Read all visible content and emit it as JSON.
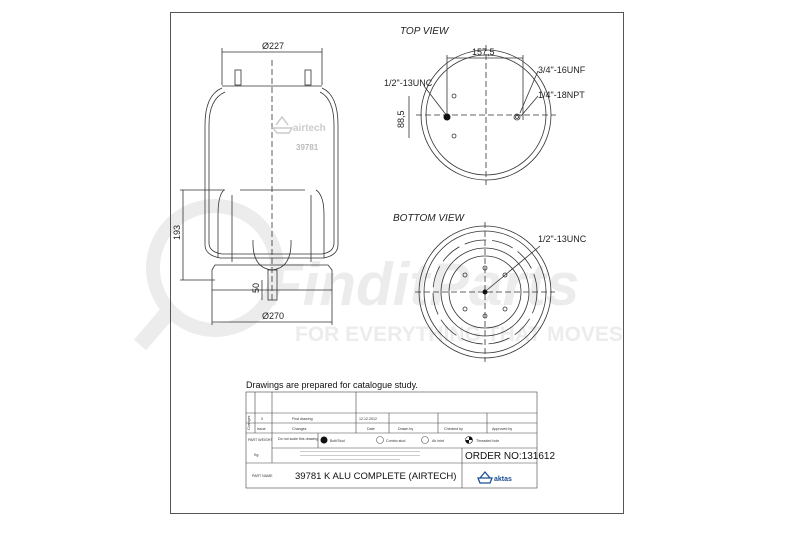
{
  "watermark": {
    "brand": "FinditParts",
    "tagline": "FOR EVERYTHING THAT MOVES"
  },
  "side_view": {
    "dim_top": "Ø227",
    "dim_bottom": "Ø270",
    "dim_height": "193",
    "dim_stud": "50",
    "logo_text": "airtech",
    "part_mark": "39781"
  },
  "top_view": {
    "title": "TOP VIEW",
    "dim_width": "157,5",
    "dim_offset": "88,5",
    "label_left": "1/2\"-13UNC",
    "label_right_1": "3/4\"-16UNF",
    "label_right_2": "1/4\"-18NPT"
  },
  "bottom_view": {
    "title": "BOTTOM VIEW",
    "label": "1/2\"-13UNC"
  },
  "title_block": {
    "note": "Drawings are  prepared for  catalogue study.",
    "changes_label": "Changes",
    "row_issue": "0",
    "row_change": "First drawing",
    "row_date": "12.12.2012",
    "h_issue": "Issue",
    "h_changes": "Changes",
    "h_date": "Date",
    "h_drawn": "Drawn by",
    "h_checked": "Checked by",
    "h_approved": "Approved by",
    "part_weight": "PART WEIGHT",
    "kg": "Kg.",
    "do_not_scale": "Do not scale this drawing",
    "legend": [
      "Bolt/Stud",
      "Combo stud",
      "Air inlet",
      "Threaded hole"
    ],
    "order_no": "ORDER NO:131612",
    "part_name_label": "PART NAME",
    "part_name": "39781 K ALU  COMPLETE (AIRTECH)",
    "company": "aktas"
  },
  "colors": {
    "line": "#333333",
    "watermark": "#e8e8e8",
    "watermark_red": "#f6dcdc",
    "logo": "#1f4f8f"
  }
}
